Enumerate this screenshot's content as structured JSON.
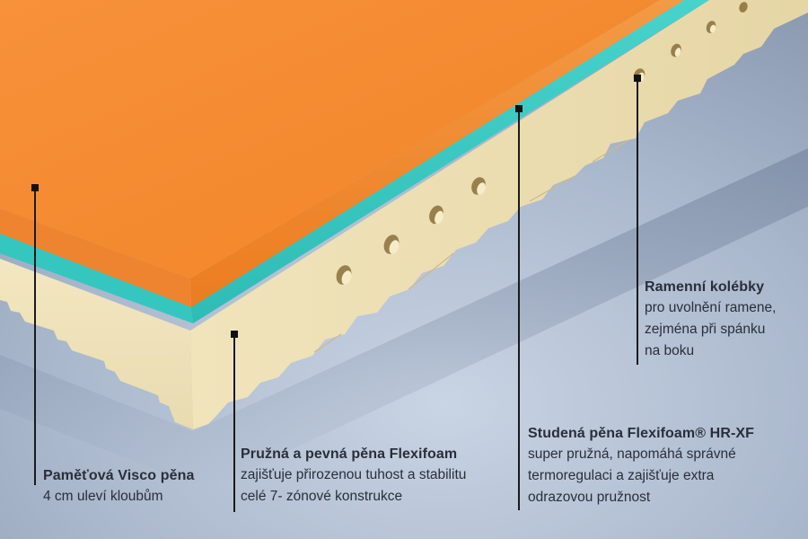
{
  "layers": [
    {
      "title": "Paměťová Visco pěna",
      "lines": [
        "4 cm uleví kloubům"
      ],
      "color": "#f58a2e"
    },
    {
      "title": "Pružná a pevná pěna Flexifoam",
      "lines": [
        "zajišťuje přirozenou tuhost a stabilitu",
        "celé 7- zónové konstrukce"
      ],
      "color": "#efe2b8"
    },
    {
      "title": "Studená pěna Flexifoam® HR-XF",
      "lines": [
        "super pružná, napomáhá správné",
        "termoregulaci a zajišťuje extra",
        "odrazovou pružnost"
      ],
      "color": "#3cc9c3"
    },
    {
      "title": "Ramenní kolébky",
      "lines": [
        "pro uvolnění ramene,",
        "zejména při spánku",
        "na boku"
      ],
      "color": "#efe2b8"
    }
  ],
  "background_color": "#aebbd0"
}
